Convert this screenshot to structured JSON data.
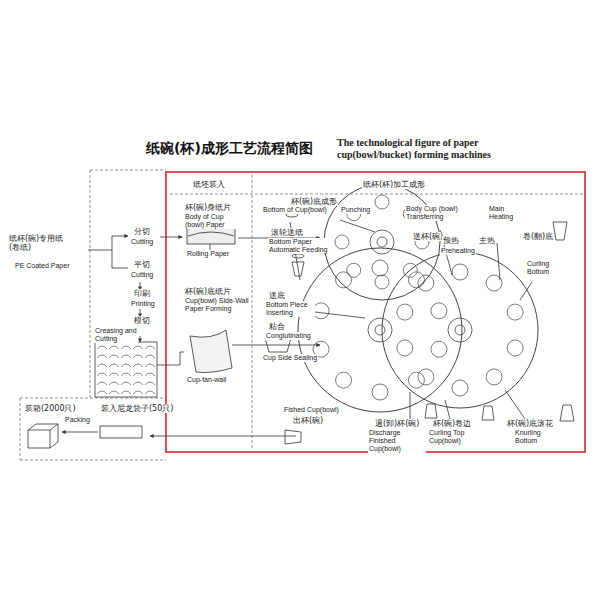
{
  "diagram": {
    "title": "纸碗(杯)成形工艺流程简图",
    "labels": [
      "The technological figure of paper cup(bowl/bucket) forming machines",
      "纸坯装入",
      "纸杯(杯)加工成形",
      "纸杯(碗)专用纸 (卷纸)",
      "PE Coated Paper",
      "分切",
      "Cutting",
      "平切",
      "Cutting",
      "印刷",
      "Printing",
      "模切",
      "Creasing and Cutting",
      "杯(碗)身纸片",
      "Body of Cup (bowl) Paper",
      "Rolling Paper",
      "杯(碗)底纸片",
      "Cup(bowl) Side-Wall Paper Forming",
      "Cup-fan-wall",
      "杯(碗)底成形",
      "Bottom of Cup(bowl)",
      "Punching",
      "滚轮送纸",
      "Bottom Paper Automatic Feeding",
      "送底",
      "Bottom Piece Inserting",
      "粘合",
      "Conglutinating",
      "Cup Side Sealing",
      "Body Cup (bowl) Transferring",
      "送杯(碗)",
      "Main Heating",
      "预热",
      "主热",
      "Preheating",
      "卷(翻)底",
      "Curling Bottom",
      "Fished Cup(bowl)",
      "出杯(碗)",
      "退(卸)杯(碗)",
      "Discharge Finished Cup(bowl)",
      "杯(碗)卷边",
      "Curling Top Cup(bowl)",
      "杯(碗)底滚花",
      "Knurling Bottom",
      "装箱(2000只)",
      "Packing",
      "装入尼龙袋子(50只)"
    ]
  }
}
